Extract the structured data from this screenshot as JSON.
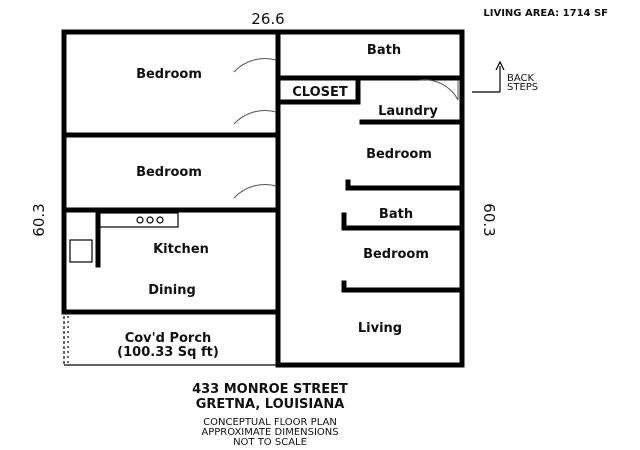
{
  "header": {
    "living_area": "LIVING AREA: 1714 SF"
  },
  "dimensions": {
    "top": "26.6",
    "left": "60.3",
    "right": "60.3"
  },
  "rooms": {
    "bedroom_top_left": "Bedroom",
    "bedroom_mid_left": "Bedroom",
    "kitchen": "Kitchen",
    "dining": "Dining",
    "porch": "Cov'd Porch",
    "porch_area": "(100.33 Sq ft)",
    "bath_top": "Bath",
    "closet": "CLOSET",
    "laundry": "Laundry",
    "bedroom_right_1": "Bedroom",
    "bath_mid": "Bath",
    "bedroom_right_2": "Bedroom",
    "living": "Living"
  },
  "back_steps": {
    "line1": "BACK",
    "line2": "STEPS"
  },
  "address": {
    "line1": "433 MONROE STREET",
    "line2": "GRETNA, LOUISIANA"
  },
  "notes": {
    "line1": "CONCEPTUAL FLOOR PLAN",
    "line2": "APPROXIMATE DIMENSIONS",
    "line3": "NOT TO SCALE"
  }
}
